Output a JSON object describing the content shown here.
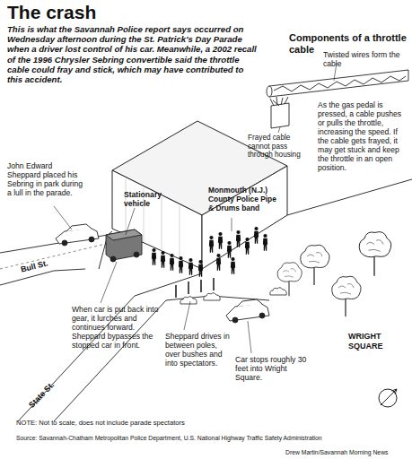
{
  "diagram": {
    "title": "The crash",
    "labels": [
      "This is what the Savannah Police report says occurred on Wednesday afternoon during the St. Patrick's Day Parade when a driver lost control of his car. Meanwhile, a 2002 recall of the 1996 Chrysler Sebring convertible said the throttle cable could fray and stick, which may have contributed to this accident.",
      "Components of a throttle cable",
      "Twisted wires form the cable",
      "Frayed cable cannot pass through housing",
      "As the gas pedal is pressed, a cable pushes or pulls the throttle, increasing the speed. If the cable gets frayed, it may get stuck and keep the throttle in an open position.",
      "John Edward Sheppard placed his Sebring in park during a lull in the parade.",
      "Stationary vehicle",
      "Monmouth (N.J.) County Police Pipe & Drums band",
      "Bull St.",
      "When car is put back into gear, it lurches and continues forward. Sheppard bypasses the stopped car in front.",
      "Sheppard drives in between poles, over bushes and into spectators.",
      "Car stops roughly 30 feet into Wright Square.",
      "WRIGHT SQUARE",
      "State St.",
      "NOTE: Not to scale, does not include parade spectators",
      "Source: Savannah-Chatham Metropolitan Police Department, U.S. National Highway Traffic Safety Administration",
      "Drew Martin/Savannah Morning News"
    ]
  }
}
